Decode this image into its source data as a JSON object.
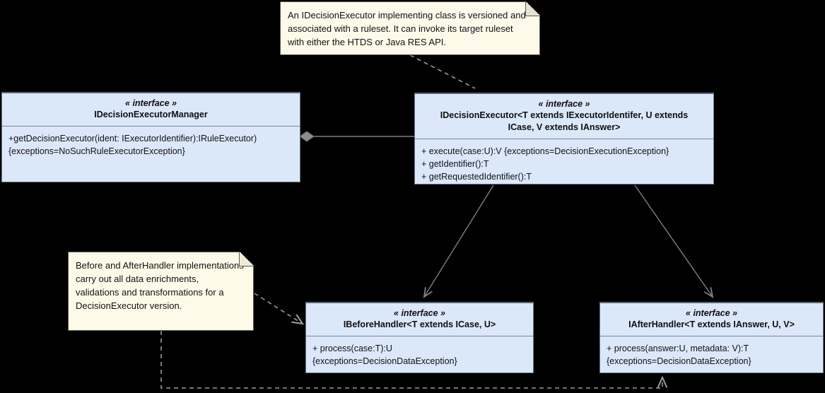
{
  "diagram": {
    "title": "IDecisionExecutor UML interface diagram",
    "background": "#000000",
    "class_fill": "#dbe8fa",
    "class_border": "#6b7785",
    "note_fill": "#fdfaea",
    "note_border": "#5e5a50",
    "link_color": "#7f7f7f"
  },
  "notes": [
    {
      "id": "note-executor",
      "text": "An IDecisionExecutor implementing class is versioned and associated with a ruleset. It can invoke its target ruleset with either the HTDS or Java RES API."
    },
    {
      "id": "note-handlers",
      "text": "Before and AfterHandler implementations carry out all data enrichments, validations and transformations for a DecisionExecutor version."
    }
  ],
  "classes": [
    {
      "id": "decision-executor-manager",
      "stereotype": "« interface »",
      "name": "IDecisionExecutorManager",
      "members": [
        "+getDecisionExecutor(ident: IExecutorIdentifier):IRuleExecutor)",
        "{exceptions=NoSuchRuleExecutorException}"
      ]
    },
    {
      "id": "decision-executor",
      "stereotype": "« interface »",
      "name": "IDecisionExecutor<T extends IExecutorIdentifer, U extends ICase, V extends IAnswer>",
      "name_line1": "IDecisionExecutor<T extends IExecutorIdentifer, U extends",
      "name_line2": "ICase, V extends IAnswer>",
      "members": [
        "+ execute(case:U):V {exceptions=DecisionExecutionException}",
        "+ getIdentifier():T",
        "+ getRequestedIdentifier():T"
      ]
    },
    {
      "id": "before-handler",
      "stereotype": "« interface  »",
      "name": "IBeforeHandler<T extends ICase, U>",
      "members": [
        "+ process(case:T):U",
        "{exceptions=DecisionDataException}"
      ]
    },
    {
      "id": "after-handler",
      "stereotype": "« interface »",
      "name": "IAfterHandler<T extends IAnswer, U, V>",
      "members": [
        "+ process(answer:U, metadata: V):T",
        "{exceptions=DecisionDataException}"
      ]
    }
  ],
  "connectors": [
    {
      "id": "aggregation-manager-executor",
      "kind": "aggregation",
      "from": "decision-executor-manager",
      "to": "decision-executor",
      "label": ""
    },
    {
      "id": "association-executor-before",
      "kind": "association",
      "from": "decision-executor",
      "to": "before-handler",
      "label": ""
    },
    {
      "id": "association-executor-after",
      "kind": "association",
      "from": "decision-executor",
      "to": "after-handler",
      "label": ""
    },
    {
      "id": "anchor-note-executor",
      "kind": "note-anchor",
      "from": "note-executor",
      "to": "decision-executor",
      "label": ""
    },
    {
      "id": "anchor-note-before",
      "kind": "note-anchor",
      "from": "note-handlers",
      "to": "before-handler",
      "label": ""
    },
    {
      "id": "anchor-note-after",
      "kind": "note-anchor",
      "from": "note-handlers",
      "to": "after-handler",
      "label": ""
    }
  ]
}
